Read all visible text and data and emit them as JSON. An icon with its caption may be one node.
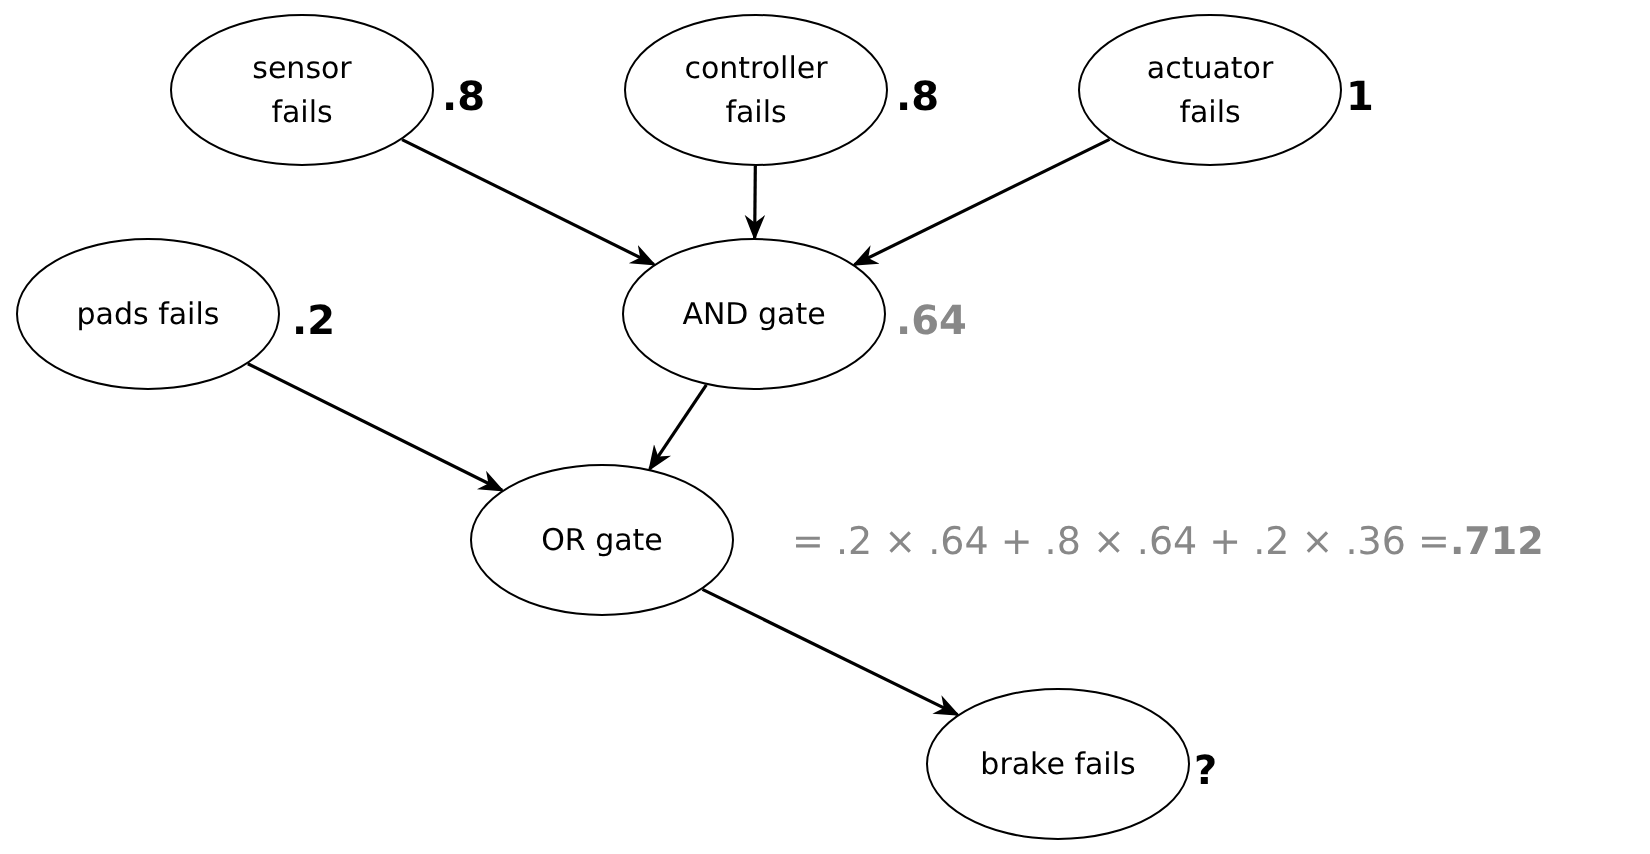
{
  "diagram": {
    "nodes": [
      {
        "text": [
          "sensor fails"
        ],
        "beside": [
          ".8"
        ]
      },
      {
        "text": [
          "controller fails"
        ],
        "beside": [
          ".8"
        ]
      },
      {
        "text": [
          "actuator fails"
        ],
        "beside": [
          "1"
        ]
      },
      {
        "text": [
          "pads fails"
        ],
        "beside": [
          ".2"
        ]
      },
      {
        "text": [
          "AND gate"
        ],
        "beside": [
          ".64"
        ]
      },
      {
        "text": [
          "OR gate"
        ],
        "beside": [
          "= .2 × .64 + .8 × .64 + .2 × .36 =**.712**"
        ]
      },
      {
        "text": [
          "brake fails"
        ],
        "beside": [
          "?"
        ]
      }
    ],
    "edges": [
      {
        "from": 0,
        "to": 4,
        "arrow": "to"
      },
      {
        "from": 1,
        "to": 4,
        "arrow": "to"
      },
      {
        "from": 2,
        "to": 4,
        "arrow": "to"
      },
      {
        "from": 3,
        "to": 5,
        "arrow": "to"
      },
      {
        "from": 4,
        "to": 5,
        "arrow": "to"
      },
      {
        "from": 5,
        "to": 6,
        "arrow": "to"
      }
    ]
  }
}
